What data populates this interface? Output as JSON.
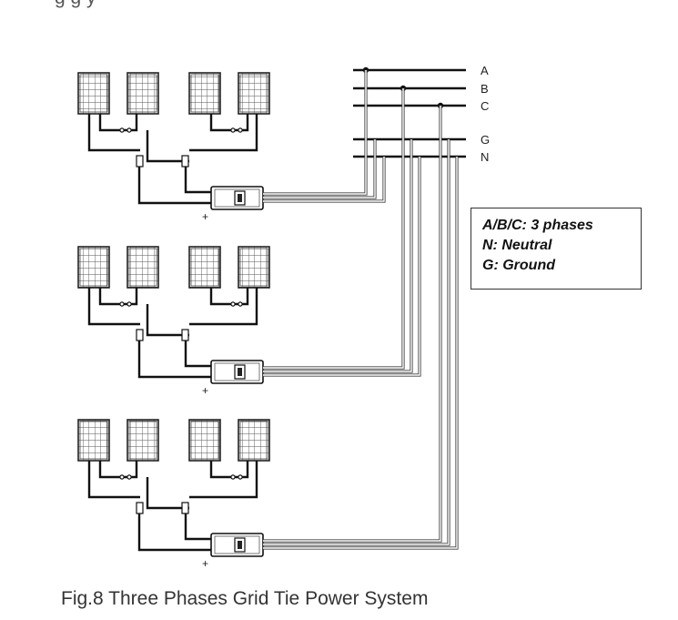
{
  "bus": {
    "labels": [
      "A",
      "B",
      "C",
      "G",
      "N"
    ]
  },
  "legend": {
    "lines": [
      "A/B/C: 3 phases",
      "N: Neutral",
      "G: Ground"
    ]
  },
  "caption": "Fig.8 Three Phases Grid Tie Power System",
  "top_text": "g                                  g          y      ",
  "polarity_mark": "+",
  "inverter_count": 3,
  "panels_per_inverter": 4
}
